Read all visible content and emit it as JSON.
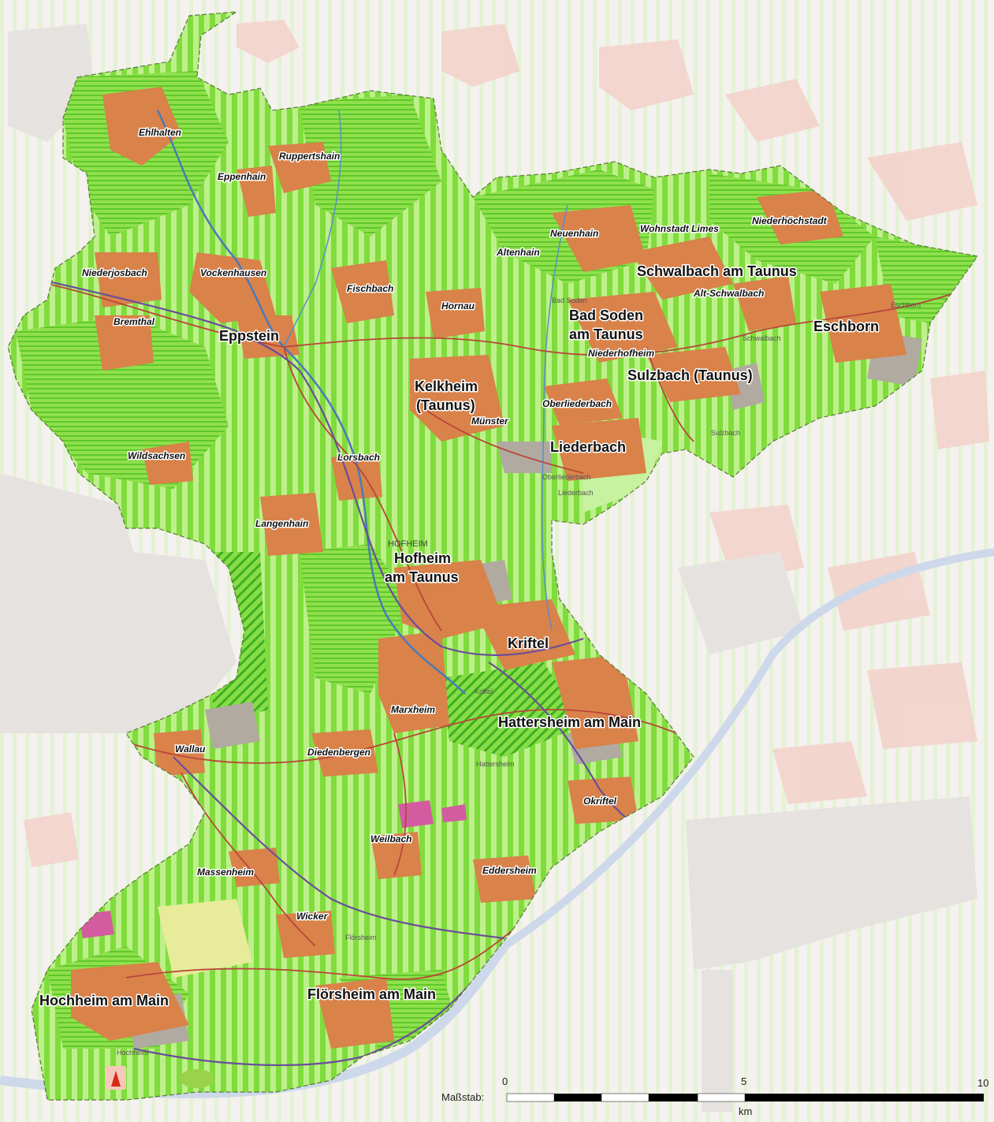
{
  "colors": {
    "forest": "#7fdc3c",
    "forest_light": "#b6ee7a",
    "settlement": "#d9824a",
    "industry": "#a9a39a",
    "special": "#d35ca0",
    "water": "#4a7ab8",
    "road": "#b9463a",
    "rail": "#6a4e9a",
    "outside": "#f2eeea"
  },
  "towns": [
    {
      "id": "eppstein",
      "lines": [
        "Eppstein"
      ]
    },
    {
      "id": "kelkheim",
      "lines": [
        "Kelkheim",
        "(Taunus)"
      ]
    },
    {
      "id": "bad-soden",
      "lines": [
        "Bad Soden",
        "am Taunus"
      ]
    },
    {
      "id": "schwalbach",
      "lines": [
        "Schwalbach am Taunus"
      ]
    },
    {
      "id": "eschborn",
      "lines": [
        "Eschborn"
      ]
    },
    {
      "id": "sulzbach",
      "lines": [
        "Sulzbach (Taunus)"
      ]
    },
    {
      "id": "liederbach",
      "lines": [
        "Liederbach"
      ]
    },
    {
      "id": "hofheim",
      "lines": [
        "Hofheim",
        "am Taunus"
      ]
    },
    {
      "id": "kriftel",
      "lines": [
        "Kriftel"
      ]
    },
    {
      "id": "hattersheim",
      "lines": [
        "Hattersheim am Main"
      ]
    },
    {
      "id": "hochheim",
      "lines": [
        "Hochheim am Main"
      ]
    },
    {
      "id": "floersheim",
      "lines": [
        "Flörsheim am Main"
      ]
    }
  ],
  "villages": [
    {
      "id": "ehlhalten",
      "label": "Ehlhalten"
    },
    {
      "id": "ruppertshain",
      "label": "Ruppertshain"
    },
    {
      "id": "eppenhain",
      "label": "Eppenhain"
    },
    {
      "id": "niederjosbach",
      "label": "Niederjosbach"
    },
    {
      "id": "vockenhausen",
      "label": "Vockenhausen"
    },
    {
      "id": "fischbach",
      "label": "Fischbach"
    },
    {
      "id": "bremthal",
      "label": "Bremthal"
    },
    {
      "id": "hornau",
      "label": "Hornau"
    },
    {
      "id": "neuenhain",
      "label": "Neuenhain"
    },
    {
      "id": "altenhain",
      "label": "Altenhain"
    },
    {
      "id": "wohnstadt-limes",
      "label": "Wohnstadt Limes"
    },
    {
      "id": "niederhoechstadt",
      "label": "Niederhöchstadt"
    },
    {
      "id": "alt-schwalbach",
      "label": "Alt-Schwalbach"
    },
    {
      "id": "niederhofheim",
      "label": "Niederhofheim"
    },
    {
      "id": "oberliederbach",
      "label": "Oberliederbach"
    },
    {
      "id": "muenster",
      "label": "Münster"
    },
    {
      "id": "wildsachsen",
      "label": "Wildsachsen"
    },
    {
      "id": "lorsbach",
      "label": "Lorsbach"
    },
    {
      "id": "langenhain",
      "label": "Langenhain"
    },
    {
      "id": "marxheim",
      "label": "Marxheim"
    },
    {
      "id": "wallau",
      "label": "Wallau"
    },
    {
      "id": "diedenbergen",
      "label": "Diedenbergen"
    },
    {
      "id": "okriftel",
      "label": "Okriftel"
    },
    {
      "id": "weilbach",
      "label": "Weilbach"
    },
    {
      "id": "eddersheim",
      "label": "Eddersheim"
    },
    {
      "id": "massenheim",
      "label": "Massenheim"
    },
    {
      "id": "wicker",
      "label": "Wicker"
    }
  ],
  "minor_labels": {
    "hofheim_caps": "HOFHEIM",
    "bad_soden_small": "Bad Soden",
    "eschborn_small": "Eschborn",
    "kriftel_small": "Kriftel",
    "hochheim_small": "Hochheim",
    "floersheim_small": "Flörsheim",
    "sulzbach_small": "Sulzbach",
    "liederbach_small": "Liederbach",
    "oberliederbach_small": "Oberliederbach",
    "schwalbach_small": "Schwalbach",
    "hattersheim_small": "Hattersheim"
  },
  "scale": {
    "label": "Maßstab:",
    "tick_0": "0",
    "tick_5": "5",
    "tick_10": "10",
    "unit": "km"
  }
}
